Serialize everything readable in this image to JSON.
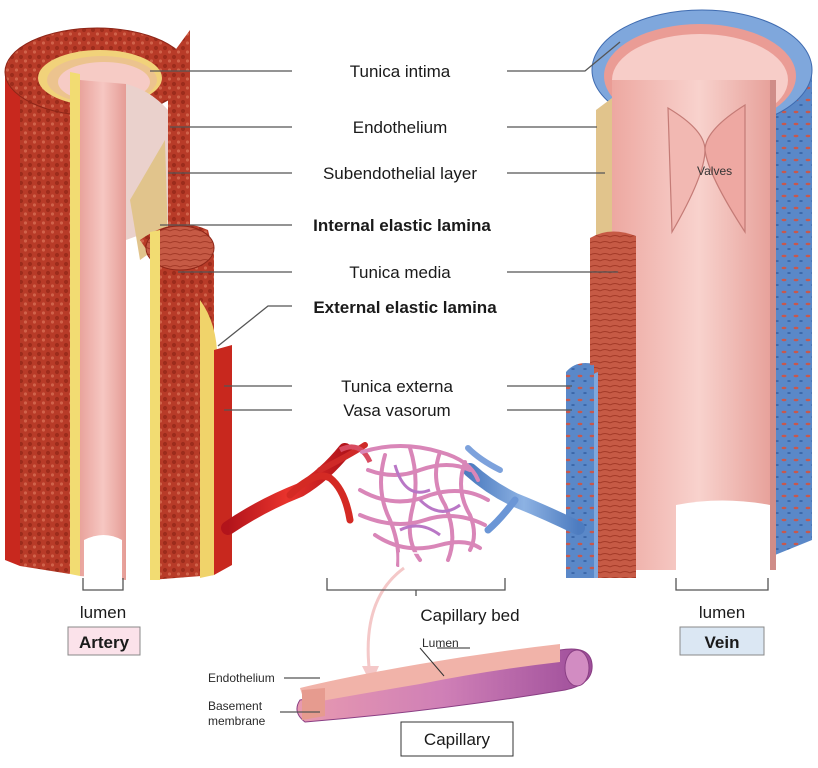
{
  "labels": {
    "tunica_intima": "Tunica intima",
    "endothelium": "Endothelium",
    "subendothelial_layer": "Subendothelial layer",
    "internal_elastic_lamina": "Internal elastic lamina",
    "tunica_media": "Tunica media",
    "external_elastic_lamina": "External elastic lamina",
    "tunica_externa": "Tunica externa",
    "vasa_vasorum": "Vasa vasorum",
    "capillary_bed": "Capillary bed",
    "valves": "Valves",
    "lumen_artery": "lumen",
    "lumen_vein": "lumen",
    "capillary_lumen": "Lumen",
    "capillary_endothelium": "Endothelium",
    "basement_membrane_line1": "Basement",
    "basement_membrane_line2": "membrane"
  },
  "boxes": {
    "artery": "Artery",
    "vein": "Vein",
    "capillary": "Capillary"
  },
  "colors": {
    "artery_red": "#c8281e",
    "media_brown": "#b2452f",
    "intima_pink": "#efb3ad",
    "subendothelial_tan": "#e1c48c",
    "elastic_yellow": "#f2dc72",
    "vein_blue": "#5f8fcf",
    "artery_box_fill": "#fbe2ea",
    "vein_box_fill": "#dbe7f3"
  }
}
